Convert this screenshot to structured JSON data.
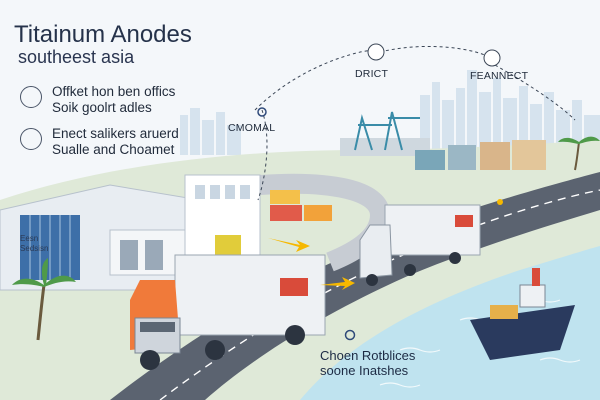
{
  "header": {
    "title": "Titainum Anodes",
    "subtitle": "southeest asia"
  },
  "info_block_1": {
    "line1": "Offket hon ben offics",
    "line2": "Soik goolrt adles"
  },
  "info_block_2": {
    "line1": "Enect salikers aruerd",
    "line2": "Sualle and Choamet"
  },
  "map_labels": {
    "left": "CMOMAL",
    "center": "DRICT",
    "right": "FEANNECT"
  },
  "building_sign": {
    "line1": "Eesn",
    "line2": "Sedsisn"
  },
  "bottom_caption": {
    "line1": "Choen Rotblices",
    "line2": "soone Inatshes"
  },
  "colors": {
    "road": "#5b6370",
    "water": "#bfe3ef",
    "truck_cab_orange": "#f07a3a",
    "accent_yellow": "#f6b800"
  }
}
